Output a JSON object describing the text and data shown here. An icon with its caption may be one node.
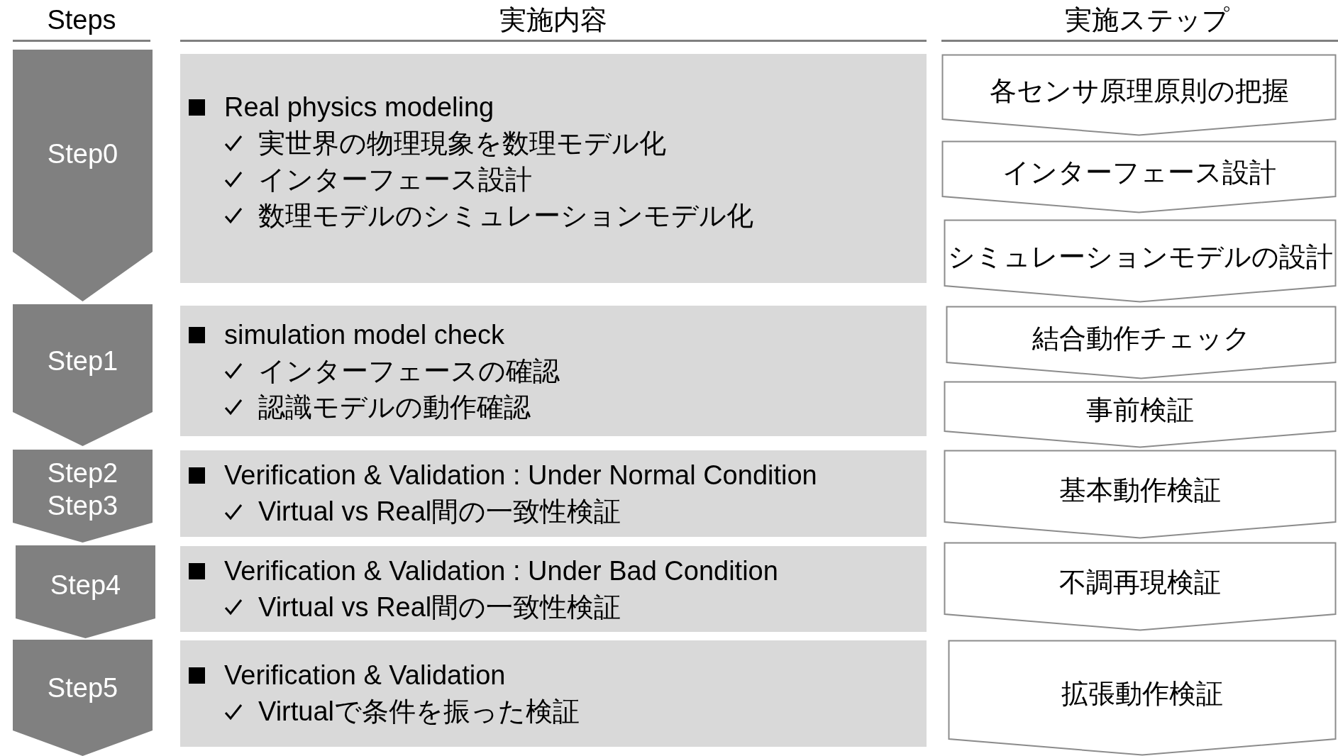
{
  "diagram": {
    "nodes": [
      {
        "text": [
          "Step0"
        ]
      },
      {
        "text": [
          "Real physics modeling",
          "実世界の物理現象を数理モデル化",
          "インターフェース設計",
          "数理モデルのシミュレーションモデル化"
        ]
      },
      {
        "text": [
          "各センサ原理原則の把握"
        ]
      },
      {
        "text": [
          "インターフェース設計"
        ]
      },
      {
        "text": [
          "シミュレーションモデルの設計"
        ]
      },
      {
        "text": [
          "Step1"
        ]
      },
      {
        "text": [
          "simulation model check",
          "インターフェースの確認",
          "認識モデルの動作確認"
        ]
      },
      {
        "text": [
          "結合動作チェック"
        ]
      },
      {
        "text": [
          "事前検証"
        ]
      },
      {
        "text": [
          "Step2",
          "Step3"
        ]
      },
      {
        "text": [
          "Verification & Validation : Under Normal Condition",
          "Virtual vs Real間の一致性検証"
        ]
      },
      {
        "text": [
          "基本動作検証"
        ]
      },
      {
        "text": [
          "Step4"
        ]
      },
      {
        "text": [
          "Verification & Validation : Under Bad Condition",
          "Virtual vs Real間の一致性検証"
        ]
      },
      {
        "text": [
          "不調再現検証"
        ]
      },
      {
        "text": [
          "Step5"
        ]
      },
      {
        "text": [
          "Verification & Validation",
          "Virtualで条件を振った検証"
        ]
      },
      {
        "text": [
          "拡張動作検証"
        ]
      }
    ],
    "labels": [
      "Steps",
      "実施内容",
      "実施ステップ"
    ]
  }
}
